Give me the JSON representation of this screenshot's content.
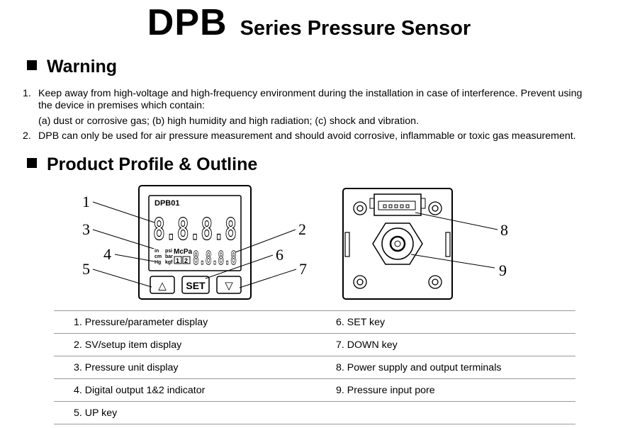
{
  "title": {
    "main": "DPB",
    "subtitle": "Series Pressure Sensor"
  },
  "warning": {
    "heading": "Warning",
    "items": [
      {
        "num": "1.",
        "line1": "Keep away from high-voltage and high-frequency environment during the installation in case of interference. Prevent using",
        "line2": "the device in premises which contain:",
        "line3": "(a) dust or corrosive gas;    (b) high humidity and high radiation;    (c) shock and vibration."
      },
      {
        "num": "2.",
        "line1": "DPB can only be used for air pressure measurement and should avoid corrosive, inflammable or toxic gas measurement."
      }
    ]
  },
  "profile": {
    "heading": "Product Profile & Outline",
    "device": {
      "model": "DPB01",
      "main_digits": "8.8.8.8",
      "sub_digits": "8.8.8.8",
      "units_left": [
        "in",
        "cm",
        "Hg"
      ],
      "units_mid": [
        "psi",
        "bar",
        "kgf"
      ],
      "units_big": "McPa",
      "indicator_1": "1",
      "indicator_2": "2",
      "key_up": "△",
      "key_set": "SET",
      "key_down": "▽"
    },
    "callouts": [
      "1",
      "2",
      "3",
      "4",
      "5",
      "6",
      "7",
      "8",
      "9"
    ]
  },
  "parts": {
    "rows": [
      {
        "left": "1. Pressure/parameter display",
        "right": "6. SET key"
      },
      {
        "left": "2. SV/setup item display",
        "right": "7. DOWN key"
      },
      {
        "left": "3. Pressure unit display",
        "right": "8. Power supply and output terminals"
      },
      {
        "left": "4. Digital output 1&2 indicator",
        "right": "9. Pressure input pore"
      },
      {
        "left": "5. UP key",
        "right": ""
      }
    ]
  }
}
